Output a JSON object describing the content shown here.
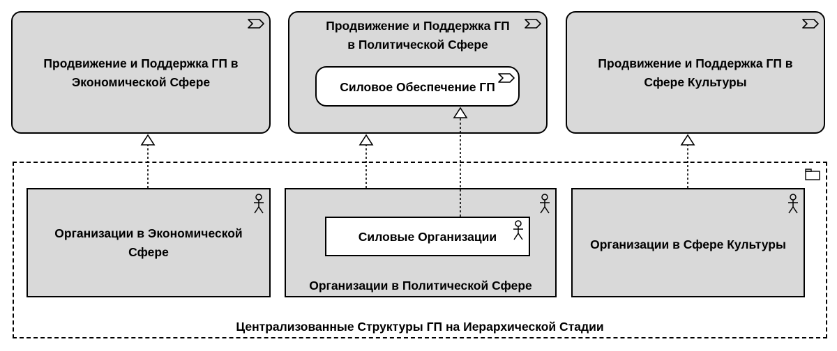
{
  "services": {
    "economic": {
      "label": "Продвижение и Поддержка ГП в Экономической Сфере"
    },
    "political": {
      "label": "Продвижение и Поддержка ГП в Политической Сфере"
    },
    "force_support": {
      "label": "Силовое Обеспечение ГП"
    },
    "culture": {
      "label": "Продвижение и Поддержка ГП в Сфере Культуры"
    }
  },
  "group": {
    "label": "Централизованные Структуры ГП на Иерархической Стадии"
  },
  "actors": {
    "economic": {
      "label": "Организации в Экономической Сфере"
    },
    "political": {
      "label": "Организации в Политической Сфере"
    },
    "force": {
      "label": "Силовые Организации"
    },
    "culture": {
      "label": "Организации в Сфере Культуры"
    }
  },
  "icons": {
    "service": "service-chevron-icon",
    "actor": "actor-stick-figure-icon",
    "group": "folder-icon"
  }
}
